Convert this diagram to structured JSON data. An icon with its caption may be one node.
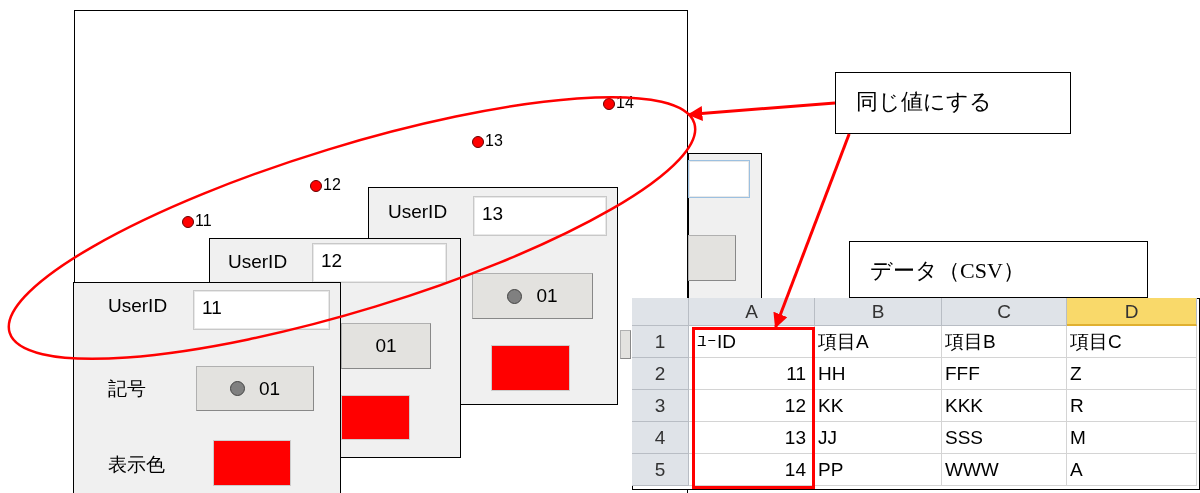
{
  "diagram": {
    "nodes": [
      {
        "text": [
          "同じ値にする"
        ]
      },
      {
        "text": [],
        "shape": "ellipse"
      },
      {
        "text": [],
        "shape": "box"
      },
      {
        "text": [
          "データ（CSV）"
        ]
      }
    ],
    "edges": [
      {
        "from": 0,
        "to": 1,
        "arrow": "to"
      },
      {
        "from": 0,
        "to": 2,
        "arrow": "to"
      }
    ],
    "labels": [
      "11",
      "12",
      "13",
      "14",
      "UserID",
      "13",
      "01",
      "UserID",
      "12",
      "01",
      "UserID",
      "11",
      "記号",
      "01",
      "表示色",
      "A",
      "B",
      "C",
      "D",
      "1",
      "ﾕｰID",
      "項目A",
      "項目B",
      "項目C",
      "2",
      "11",
      "HH",
      "FFF",
      "Z",
      "3",
      "12",
      "KK",
      "KKK",
      "R",
      "4",
      "13",
      "JJ",
      "SSS",
      "M",
      "5",
      "14",
      "PP",
      "WWW",
      "A"
    ]
  }
}
